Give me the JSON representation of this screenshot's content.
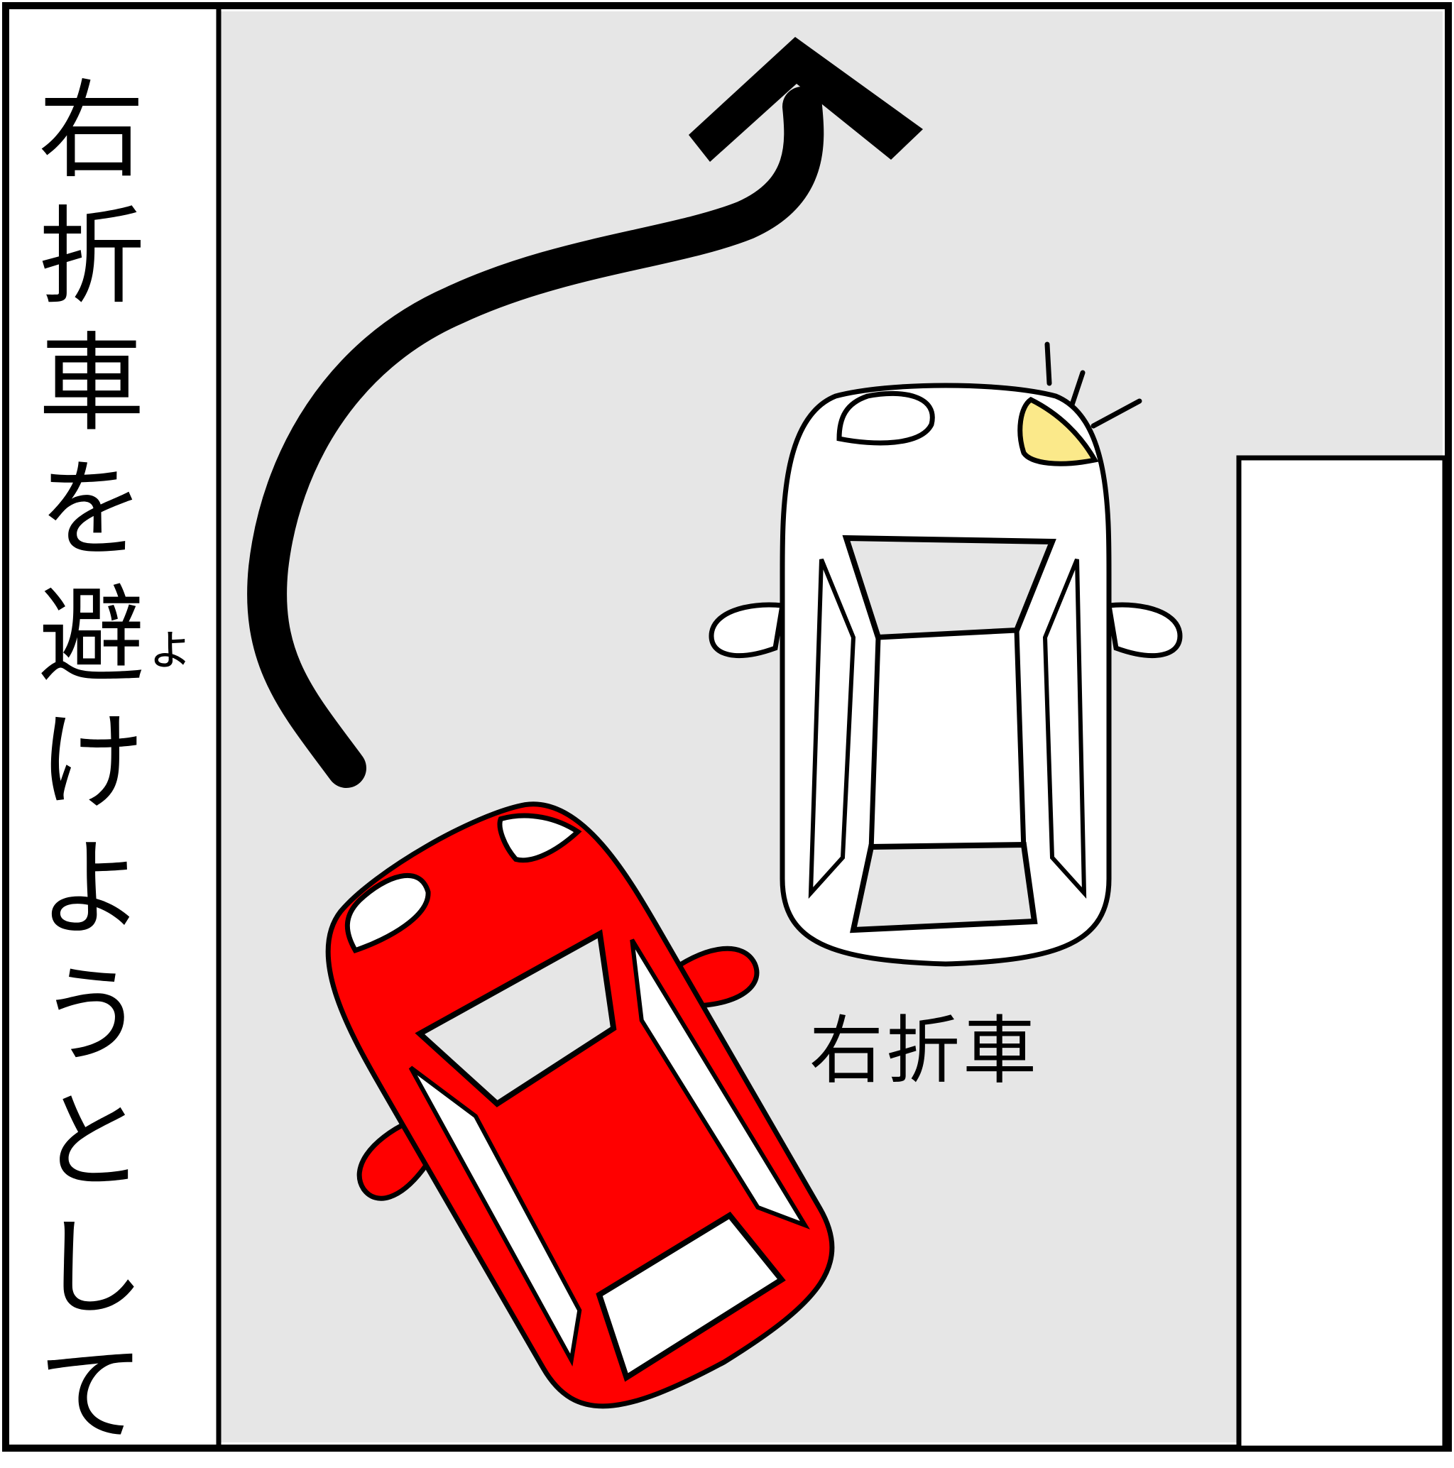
{
  "narration": {
    "chars": [
      "右",
      "折",
      "車",
      "を",
      "避",
      "け",
      "よ",
      "う",
      "と",
      "し",
      "て"
    ],
    "small_char": "ょ"
  },
  "car_label": "右折車",
  "colors": {
    "road": "#e6e6e6",
    "border": "#000000",
    "red_car": "#ff0000",
    "white_car": "#ffffff",
    "blinker": "#fbe98a",
    "building": "#ffffff"
  },
  "icons": {
    "path_arrow": "curved-arrow-icon",
    "blinker_rays": "blinker-rays-icon"
  }
}
